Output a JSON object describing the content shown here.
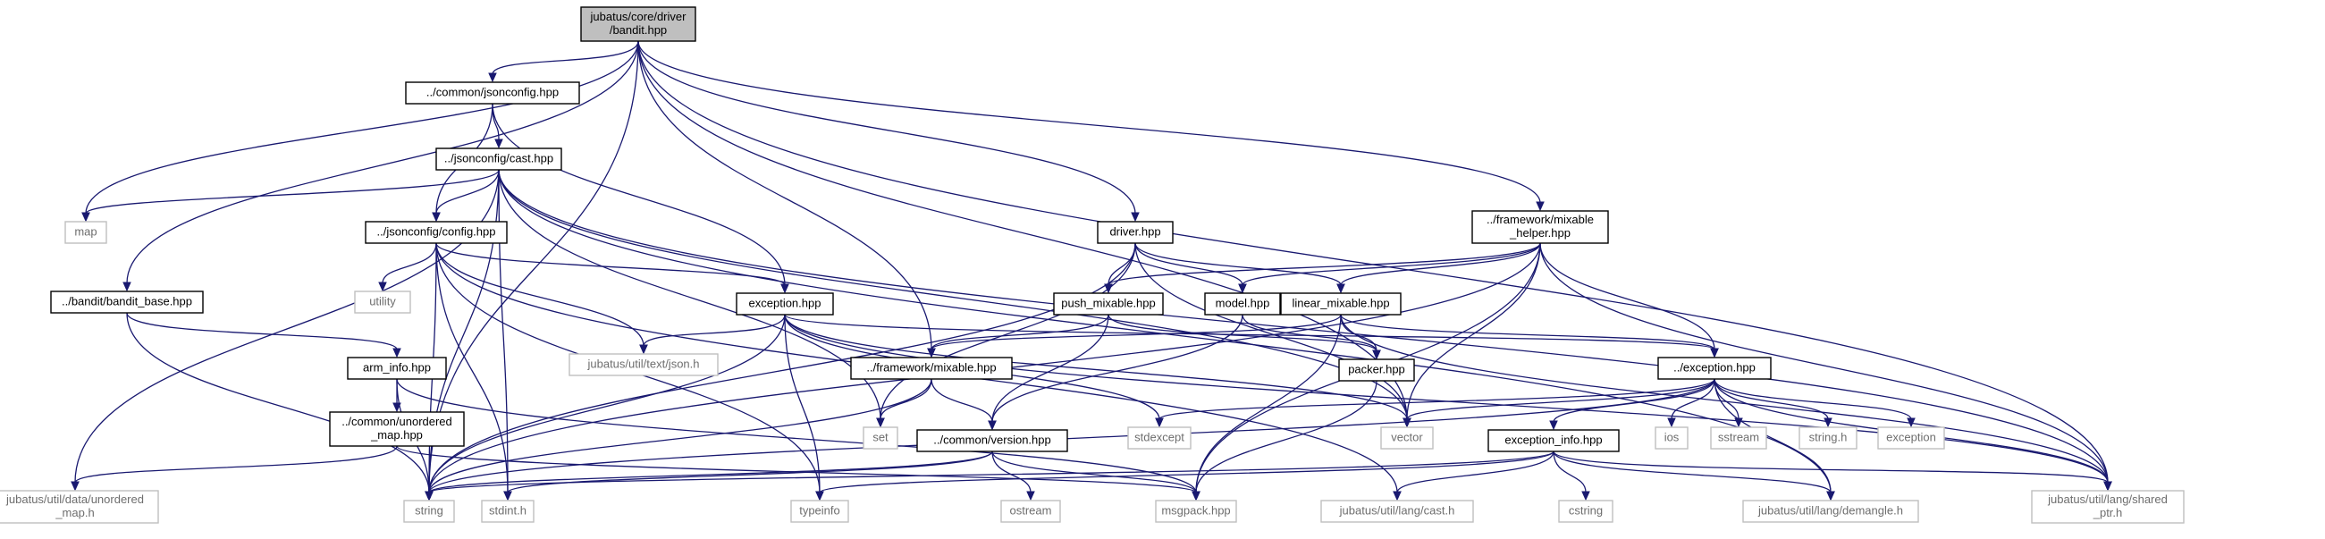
{
  "graph": {
    "colors": {
      "edge": "#191970",
      "root_fill": "#bfbfbf",
      "node_border": "#000000",
      "external_border": "#bfbfbf",
      "external_text": "#6e6e6e"
    },
    "nodes": [
      {
        "id": "bandit",
        "lines": [
          "jubatus/core/driver",
          "/bandit.hpp"
        ],
        "style": "root"
      },
      {
        "id": "jsonconfig",
        "lines": [
          "../common/jsonconfig.hpp"
        ],
        "style": "primary"
      },
      {
        "id": "cast",
        "lines": [
          "../jsonconfig/cast.hpp"
        ],
        "style": "primary"
      },
      {
        "id": "config",
        "lines": [
          "../jsonconfig/config.hpp"
        ],
        "style": "primary"
      },
      {
        "id": "driver",
        "lines": [
          "driver.hpp"
        ],
        "style": "primary"
      },
      {
        "id": "mixable_helper",
        "lines": [
          "../framework/mixable",
          "_helper.hpp"
        ],
        "style": "primary"
      },
      {
        "id": "bandit_base",
        "lines": [
          "../bandit/bandit_base.hpp"
        ],
        "style": "primary"
      },
      {
        "id": "exception_hpp",
        "lines": [
          "exception.hpp"
        ],
        "style": "primary"
      },
      {
        "id": "push_mixable",
        "lines": [
          "push_mixable.hpp"
        ],
        "style": "primary"
      },
      {
        "id": "model",
        "lines": [
          "model.hpp"
        ],
        "style": "primary"
      },
      {
        "id": "linear_mixable",
        "lines": [
          "linear_mixable.hpp"
        ],
        "style": "primary"
      },
      {
        "id": "arm_info",
        "lines": [
          "arm_info.hpp"
        ],
        "style": "primary"
      },
      {
        "id": "fw_mixable",
        "lines": [
          "../framework/mixable.hpp"
        ],
        "style": "primary"
      },
      {
        "id": "packer",
        "lines": [
          "packer.hpp"
        ],
        "style": "primary"
      },
      {
        "id": "exception2",
        "lines": [
          "../exception.hpp"
        ],
        "style": "primary"
      },
      {
        "id": "unordered_map",
        "lines": [
          "../common/unordered",
          "_map.hpp"
        ],
        "style": "primary"
      },
      {
        "id": "version",
        "lines": [
          "../common/version.hpp"
        ],
        "style": "primary"
      },
      {
        "id": "exception_info",
        "lines": [
          "exception_info.hpp"
        ],
        "style": "primary"
      },
      {
        "id": "map",
        "lines": [
          "map"
        ],
        "style": "external"
      },
      {
        "id": "utility",
        "lines": [
          "utility"
        ],
        "style": "external"
      },
      {
        "id": "json_h",
        "lines": [
          "jubatus/util/text/json.h"
        ],
        "style": "external"
      },
      {
        "id": "set",
        "lines": [
          "set"
        ],
        "style": "external"
      },
      {
        "id": "stdexcept",
        "lines": [
          "stdexcept"
        ],
        "style": "external"
      },
      {
        "id": "vector",
        "lines": [
          "vector"
        ],
        "style": "external"
      },
      {
        "id": "ios",
        "lines": [
          "ios"
        ],
        "style": "external"
      },
      {
        "id": "sstream",
        "lines": [
          "sstream"
        ],
        "style": "external"
      },
      {
        "id": "string_h",
        "lines": [
          "string.h"
        ],
        "style": "external"
      },
      {
        "id": "exception_std",
        "lines": [
          "exception"
        ],
        "style": "external"
      },
      {
        "id": "unordered_map_h",
        "lines": [
          "jubatus/util/data/unordered",
          "_map.h"
        ],
        "style": "external"
      },
      {
        "id": "string",
        "lines": [
          "string"
        ],
        "style": "external"
      },
      {
        "id": "stdint",
        "lines": [
          "stdint.h"
        ],
        "style": "external"
      },
      {
        "id": "typeinfo",
        "lines": [
          "typeinfo"
        ],
        "style": "external"
      },
      {
        "id": "ostream",
        "lines": [
          "ostream"
        ],
        "style": "external"
      },
      {
        "id": "msgpack",
        "lines": [
          "msgpack.hpp"
        ],
        "style": "external"
      },
      {
        "id": "lang_cast",
        "lines": [
          "jubatus/util/lang/cast.h"
        ],
        "style": "external"
      },
      {
        "id": "cstring",
        "lines": [
          "cstring"
        ],
        "style": "external"
      },
      {
        "id": "demangle",
        "lines": [
          "jubatus/util/lang/demangle.h"
        ],
        "style": "external"
      },
      {
        "id": "shared_ptr",
        "lines": [
          "jubatus/util/lang/shared",
          "_ptr.h"
        ],
        "style": "external"
      }
    ],
    "edges": [
      [
        "bandit",
        "jsonconfig"
      ],
      [
        "bandit",
        "map"
      ],
      [
        "bandit",
        "bandit_base"
      ],
      [
        "bandit",
        "string"
      ],
      [
        "bandit",
        "driver"
      ],
      [
        "bandit",
        "fw_mixable"
      ],
      [
        "bandit",
        "mixable_helper"
      ],
      [
        "bandit",
        "vector"
      ],
      [
        "bandit",
        "shared_ptr"
      ],
      [
        "jsonconfig",
        "cast"
      ],
      [
        "jsonconfig",
        "config"
      ],
      [
        "jsonconfig",
        "exception_hpp"
      ],
      [
        "cast",
        "map"
      ],
      [
        "cast",
        "config"
      ],
      [
        "cast",
        "string"
      ],
      [
        "cast",
        "stdint"
      ],
      [
        "cast",
        "unordered_map_h"
      ],
      [
        "cast",
        "set"
      ],
      [
        "cast",
        "vector"
      ],
      [
        "cast",
        "demangle"
      ],
      [
        "cast",
        "shared_ptr"
      ],
      [
        "config",
        "utility"
      ],
      [
        "config",
        "exception_hpp"
      ],
      [
        "config",
        "json_h"
      ],
      [
        "config",
        "string"
      ],
      [
        "config",
        "stdint"
      ],
      [
        "config",
        "typeinfo"
      ],
      [
        "config",
        "lang_cast"
      ],
      [
        "driver",
        "push_mixable"
      ],
      [
        "driver",
        "model"
      ],
      [
        "driver",
        "linear_mixable"
      ],
      [
        "driver",
        "set"
      ],
      [
        "driver",
        "string"
      ],
      [
        "driver",
        "vector"
      ],
      [
        "mixable_helper",
        "push_mixable"
      ],
      [
        "mixable_helper",
        "model"
      ],
      [
        "mixable_helper",
        "linear_mixable"
      ],
      [
        "mixable_helper",
        "exception2"
      ],
      [
        "mixable_helper",
        "vector"
      ],
      [
        "mixable_helper",
        "msgpack"
      ],
      [
        "mixable_helper",
        "string"
      ],
      [
        "mixable_helper",
        "shared_ptr"
      ],
      [
        "bandit_base",
        "arm_info"
      ],
      [
        "bandit_base",
        "string"
      ],
      [
        "exception_hpp",
        "exception2"
      ],
      [
        "exception_hpp",
        "json_h"
      ],
      [
        "exception_hpp",
        "string"
      ],
      [
        "exception_hpp",
        "typeinfo"
      ],
      [
        "exception_hpp",
        "stdexcept"
      ],
      [
        "exception_hpp",
        "vector"
      ],
      [
        "exception_hpp",
        "shared_ptr"
      ],
      [
        "push_mixable",
        "fw_mixable"
      ],
      [
        "push_mixable",
        "packer"
      ],
      [
        "push_mixable",
        "version"
      ],
      [
        "model",
        "packer"
      ],
      [
        "model",
        "version"
      ],
      [
        "linear_mixable",
        "packer"
      ],
      [
        "linear_mixable",
        "fw_mixable"
      ],
      [
        "linear_mixable",
        "exception2"
      ],
      [
        "linear_mixable",
        "msgpack"
      ],
      [
        "linear_mixable",
        "shared_ptr"
      ],
      [
        "arm_info",
        "unordered_map"
      ],
      [
        "arm_info",
        "string"
      ],
      [
        "arm_info",
        "msgpack"
      ],
      [
        "fw_mixable",
        "version"
      ],
      [
        "fw_mixable",
        "set"
      ],
      [
        "fw_mixable",
        "string"
      ],
      [
        "packer",
        "msgpack"
      ],
      [
        "exception2",
        "stdexcept"
      ],
      [
        "exception2",
        "vector"
      ],
      [
        "exception2",
        "ios"
      ],
      [
        "exception2",
        "sstream"
      ],
      [
        "exception2",
        "string_h"
      ],
      [
        "exception2",
        "exception_std"
      ],
      [
        "exception2",
        "exception_info"
      ],
      [
        "exception2",
        "string"
      ],
      [
        "exception2",
        "demangle"
      ],
      [
        "exception2",
        "shared_ptr"
      ],
      [
        "unordered_map",
        "unordered_map_h"
      ],
      [
        "unordered_map",
        "msgpack"
      ],
      [
        "version",
        "ostream"
      ],
      [
        "version",
        "msgpack"
      ],
      [
        "version",
        "string"
      ],
      [
        "version",
        "stdint"
      ],
      [
        "exception_info",
        "string"
      ],
      [
        "exception_info",
        "typeinfo"
      ],
      [
        "exception_info",
        "lang_cast"
      ],
      [
        "exception_info",
        "cstring"
      ],
      [
        "exception_info",
        "demangle"
      ],
      [
        "exception_info",
        "shared_ptr"
      ]
    ]
  }
}
